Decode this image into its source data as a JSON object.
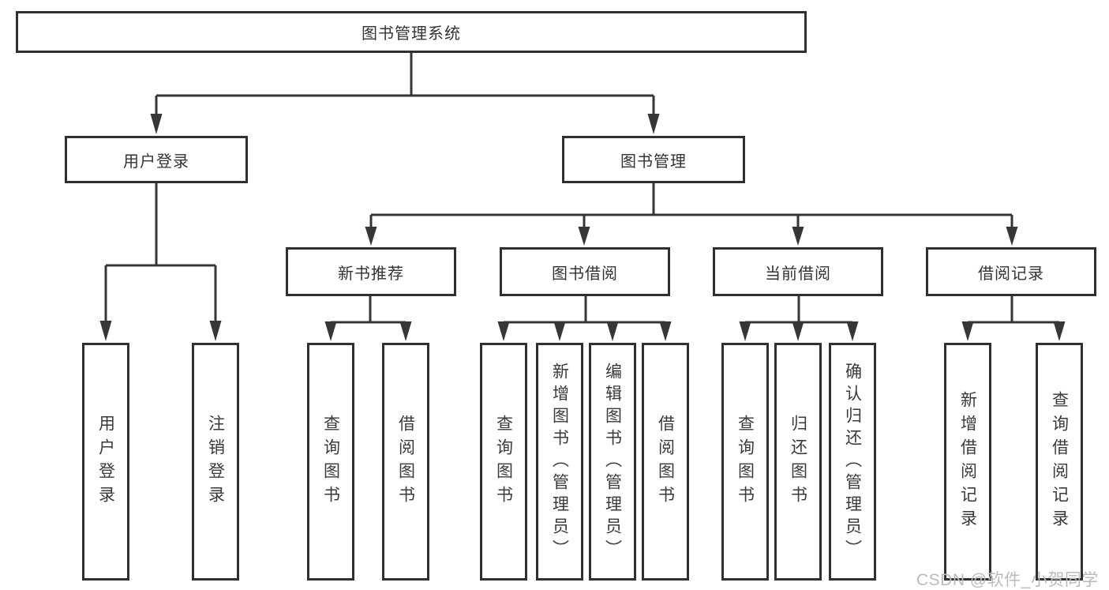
{
  "colors": {
    "background": "#ffffff",
    "box_border": "#303030",
    "connector_line": "#363636",
    "text": "#333333",
    "watermark_text": "#b7bbc1"
  },
  "watermark": {
    "text": "CSDN @软件_小贺同学"
  },
  "tree": {
    "label": "图书管理系统",
    "children": [
      {
        "label": "用户登录",
        "children": [
          {
            "label": "用户登录"
          },
          {
            "label": "注销登录"
          }
        ]
      },
      {
        "label": "图书管理",
        "children": [
          {
            "label": "新书推荐",
            "children": [
              {
                "label": "查询图书"
              },
              {
                "label": "借阅图书"
              }
            ]
          },
          {
            "label": "图书借阅",
            "children": [
              {
                "label": "查询图书"
              },
              {
                "label": "新增图书（管理员）"
              },
              {
                "label": "编辑图书（管理员）"
              },
              {
                "label": "借阅图书"
              }
            ]
          },
          {
            "label": "当前借阅",
            "children": [
              {
                "label": "查询图书"
              },
              {
                "label": "归还图书"
              },
              {
                "label": "确认归还（管理员）"
              }
            ]
          },
          {
            "label": "借阅记录",
            "children": [
              {
                "label": "新增借阅记录"
              },
              {
                "label": "查询借阅记录"
              }
            ]
          }
        ]
      }
    ]
  }
}
